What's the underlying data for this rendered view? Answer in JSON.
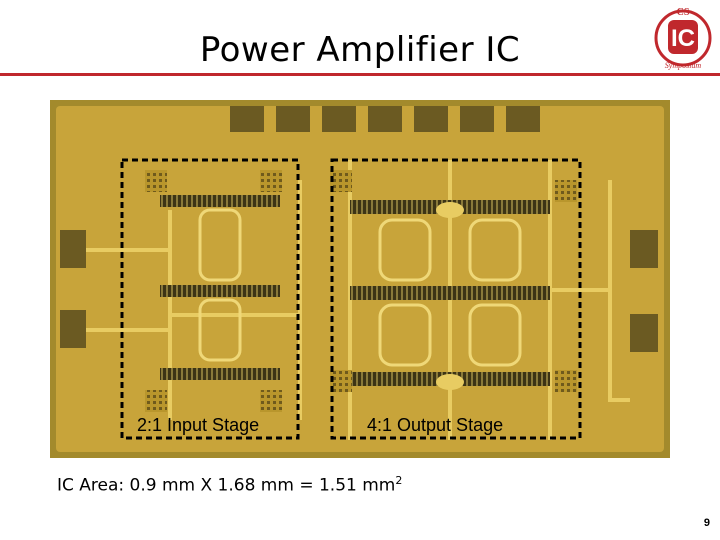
{
  "slide": {
    "title": "Power Amplifier IC",
    "logo": {
      "top_text": "CS",
      "center_text": "IC",
      "bottom_text": "Symposium",
      "icon": "cs-ic-symposium-logo",
      "color": "#c0282d"
    },
    "die_photo": {
      "icon": "chip-micrograph",
      "base_color": "#c8a43a",
      "metal_color": "#e8cc62",
      "input_stage_label": "2:1 Input Stage",
      "output_stage_label": "4:1 Output Stage"
    },
    "area_text_main": "IC Area: 0.9 mm X 1.68 mm = 1.51 mm",
    "area_text_sup": "2",
    "page_number": "9"
  }
}
